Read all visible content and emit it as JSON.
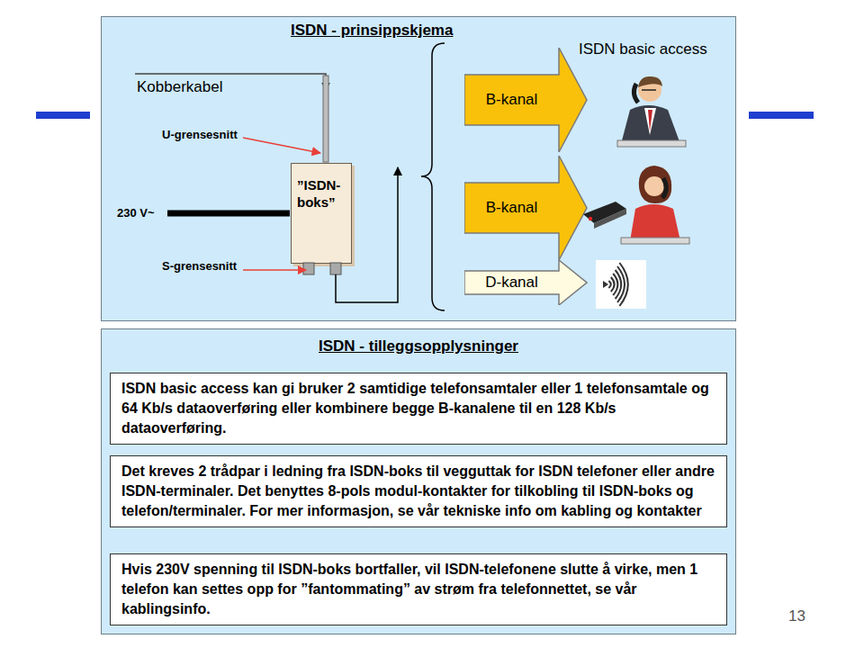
{
  "diagram": {
    "nodes": [
      {
        "text": [
          "ISDN - prinsippskjema"
        ]
      },
      {
        "text": [
          "”ISDN-boks”"
        ],
        "in": 0
      },
      {
        "text": [
          "B-kanal"
        ],
        "in": 0
      },
      {
        "text": [
          "B-kanal"
        ],
        "in": 0
      },
      {
        "text": [
          "D-kanal"
        ],
        "in": 0
      },
      {
        "text": [
          "ISDN - tilleggsopplysninger"
        ]
      },
      {
        "text": [
          "ISDN basic access kan gi bruker 2 samtidige telefonsamtaler eller 1 telefonsamtale og 64 Kb/s dataoverføring eller kombinere begge B-kanalene til en 128 Kb/s dataoverføring."
        ],
        "in": 5
      },
      {
        "text": [
          "Det kreves 2 trådpar i ledning fra ISDN-boks til vegguttak for ISDN telefoner eller andre ISDN-terminaler. Det benyttes 8-pols modul-kontakter for tilkobling til ISDN-boks og telefon/terminaler. For mer informasjon, se vår tekniske info om kabling og kontakter"
        ],
        "in": 5
      },
      {
        "text": [
          "Hvis 230V spenning til ISDN-boks bortfaller, vil ISDN-telefonene slutte å virke, men 1 telefon kan settes opp for ”fantommating” av strøm fra telefonnettet, se vår kablingsinfo."
        ],
        "in": 5
      }
    ],
    "labels": [
      "ISDN basic access",
      "Kobberkabel",
      "U-grensesnitt",
      "230 V~",
      "S-grensesnitt",
      "13"
    ]
  }
}
